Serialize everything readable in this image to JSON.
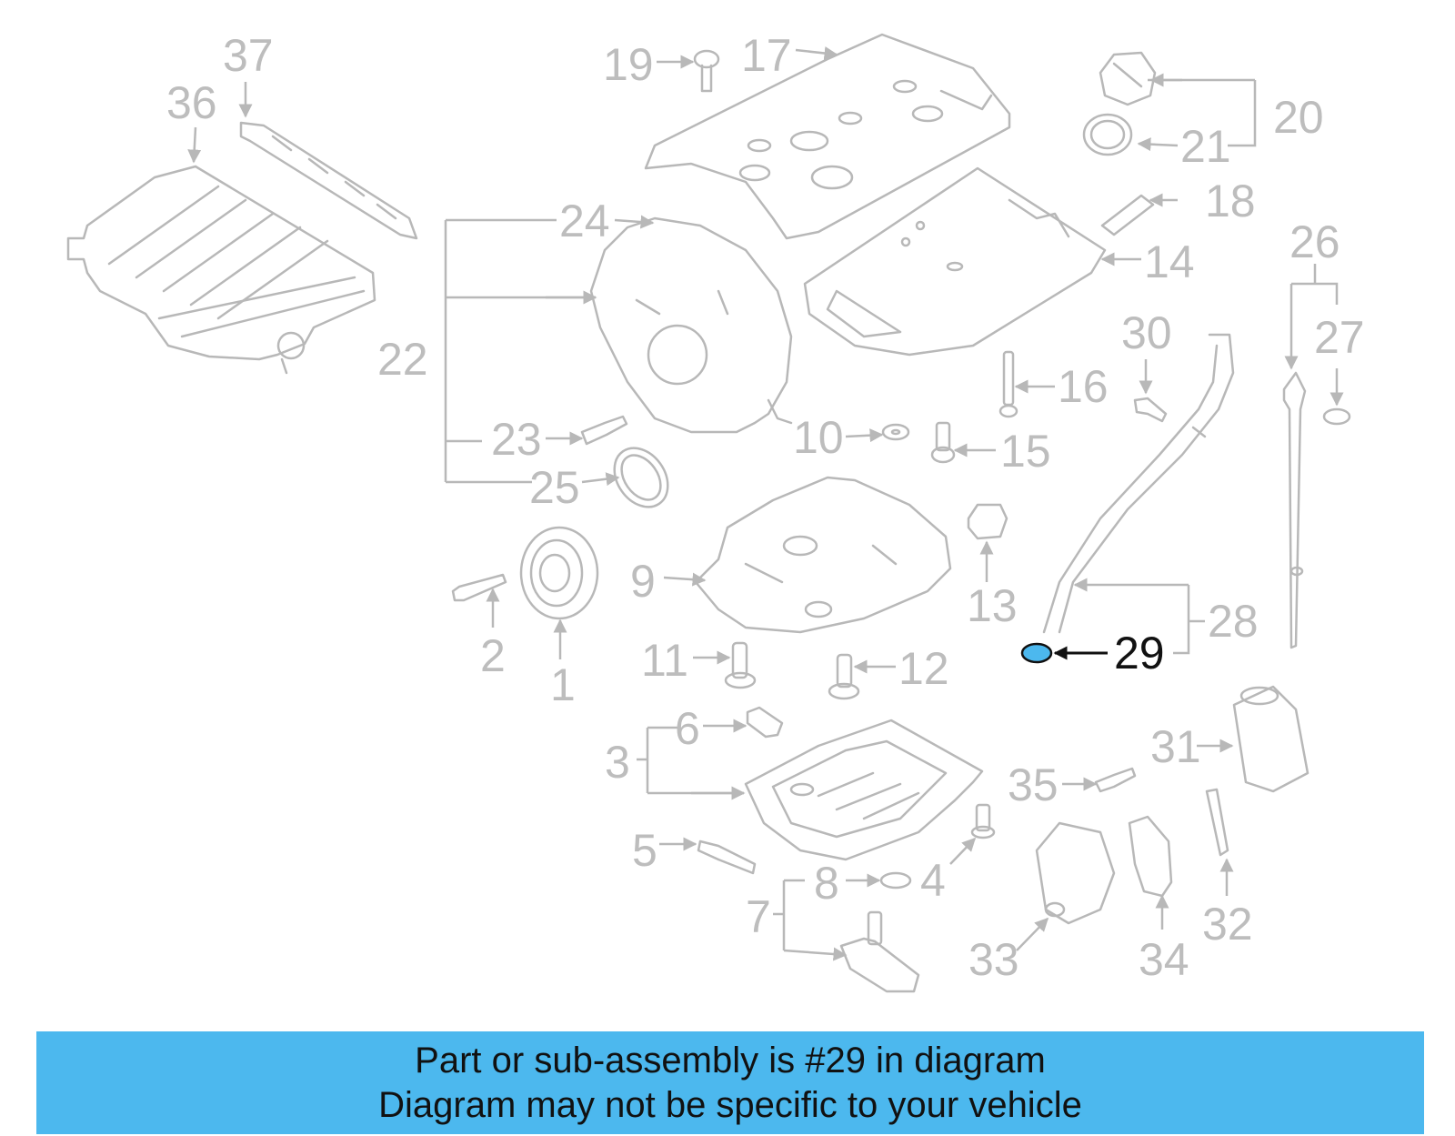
{
  "diagram": {
    "callouts": [
      {
        "key": "c1",
        "text": "1"
      },
      {
        "key": "c2",
        "text": "2"
      },
      {
        "key": "c3",
        "text": "3"
      },
      {
        "key": "c4",
        "text": "4"
      },
      {
        "key": "c5",
        "text": "5"
      },
      {
        "key": "c6",
        "text": "6"
      },
      {
        "key": "c7",
        "text": "7"
      },
      {
        "key": "c8",
        "text": "8"
      },
      {
        "key": "c9",
        "text": "9"
      },
      {
        "key": "c10",
        "text": "10"
      },
      {
        "key": "c11",
        "text": "11"
      },
      {
        "key": "c12",
        "text": "12"
      },
      {
        "key": "c13",
        "text": "13"
      },
      {
        "key": "c14",
        "text": "14"
      },
      {
        "key": "c15",
        "text": "15"
      },
      {
        "key": "c16",
        "text": "16"
      },
      {
        "key": "c17",
        "text": "17"
      },
      {
        "key": "c18",
        "text": "18"
      },
      {
        "key": "c19",
        "text": "19"
      },
      {
        "key": "c20",
        "text": "20"
      },
      {
        "key": "c21",
        "text": "21"
      },
      {
        "key": "c22",
        "text": "22"
      },
      {
        "key": "c23",
        "text": "23"
      },
      {
        "key": "c24",
        "text": "24"
      },
      {
        "key": "c25",
        "text": "25"
      },
      {
        "key": "c26",
        "text": "26"
      },
      {
        "key": "c27",
        "text": "27"
      },
      {
        "key": "c28",
        "text": "28"
      },
      {
        "key": "c30",
        "text": "30"
      },
      {
        "key": "c31",
        "text": "31"
      },
      {
        "key": "c32",
        "text": "32"
      },
      {
        "key": "c33",
        "text": "33"
      },
      {
        "key": "c34",
        "text": "34"
      },
      {
        "key": "c35",
        "text": "35"
      },
      {
        "key": "c36",
        "text": "36"
      },
      {
        "key": "c37",
        "text": "37"
      }
    ],
    "highlighted_callout": "29",
    "highlight_color": "#4cb8ee",
    "line_color": "#b8b8b8"
  },
  "caption": {
    "line1": "Part or sub-assembly is #29 in diagram",
    "line2": "Diagram may not be specific to your vehicle",
    "background": "#4cb8ee"
  }
}
